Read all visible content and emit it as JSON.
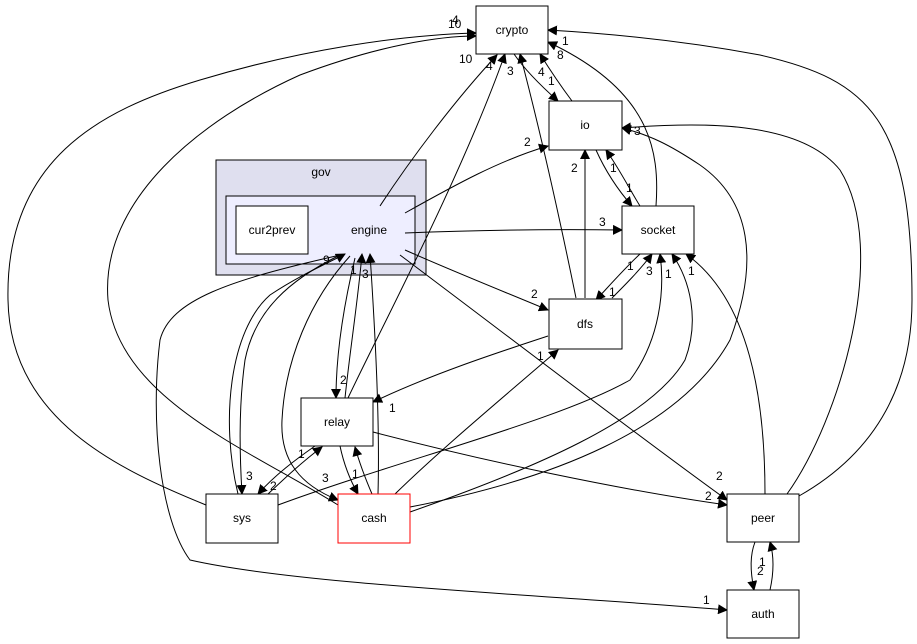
{
  "graph": {
    "clusters": {
      "gov": "gov"
    },
    "nodes": {
      "crypto": "crypto",
      "io": "io",
      "socket": "socket",
      "engine": "engine",
      "cur2prev": "cur2prev",
      "dfs": "dfs",
      "relay": "relay",
      "sys": "sys",
      "cash": "cash",
      "peer": "peer",
      "auth": "auth"
    },
    "highlight_color": "#ff0000",
    "cluster_fill": "#dfdfef",
    "inner_fill": "#eeeeff",
    "edge_labels": {
      "crypto_4": "4",
      "crypto_10": "10",
      "crypto_10b": "10",
      "crypto_4b": "4",
      "crypto_3": "3",
      "crypto_1": "1",
      "crypto_8": "8",
      "io_4": "4",
      "io_1": "1",
      "io_2": "2",
      "io_2b": "2",
      "io_3": "3",
      "io_1b": "1",
      "socket_1": "1",
      "socket_3": "3",
      "socket_1b": "1",
      "socket_3b": "3",
      "socket_1c": "1",
      "socket_1d": "1",
      "dfs_2": "2",
      "dfs_1": "1",
      "dfs_1b": "1",
      "engine_9": "9",
      "engine_1": "1",
      "engine_3": "3",
      "relay_2": "2",
      "relay_1": "1",
      "relay_1b": "1",
      "relay_3": "3",
      "sys_3": "3",
      "sys_2": "2",
      "sys_1": "1",
      "peer_2": "2",
      "peer_2b": "2",
      "auth_1": "1",
      "auth_1b": "1",
      "auth_2": "2"
    }
  }
}
